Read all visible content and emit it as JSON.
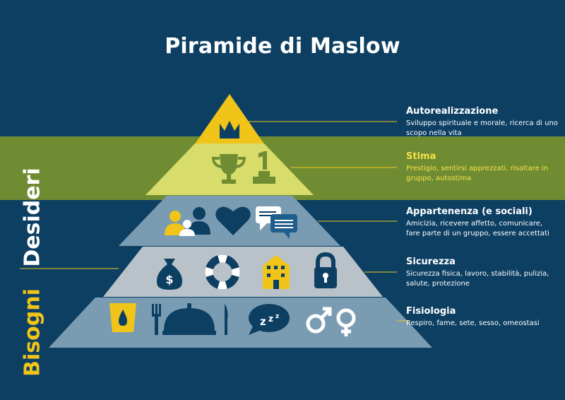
{
  "title": "Piramide di Maslow",
  "labels": {
    "desideri": "Desideri",
    "bisogni": "Bisogni"
  },
  "colors": {
    "background": "#0d3f63",
    "band": "#6f8c32",
    "top_triangle": "#f0c419",
    "stima_tier": "#d7dc6b",
    "appartenenza_tier": "#7a9cb3",
    "sicurezza_tier": "#b9c2c9",
    "fisiologia_tier": "#7a9cb3",
    "accent_yellow": "#f0c419"
  },
  "levels": [
    {
      "key": "autorealizzazione",
      "title": "Autorealizzazione",
      "desc": "Sviluppo spirituale e morale, ricerca di uno scopo nella vita",
      "icons": [
        "crown-icon"
      ]
    },
    {
      "key": "stima",
      "title": "Stima",
      "desc": "Prestigio, sentirsi apprezzati, risaltare in gruppo, autostima",
      "icons": [
        "trophy-icon",
        "podium-icon"
      ]
    },
    {
      "key": "appartenenza",
      "title": "Appartenenza (e sociali)",
      "desc": "Amicizia, ricevere affetto, comunicare, fare parte di un gruppo, essere accettati",
      "icons": [
        "people-icon",
        "heart-icon",
        "chat-bubbles-icon"
      ]
    },
    {
      "key": "sicurezza",
      "title": "Sicurezza",
      "desc": "Sicurezza fisica, lavoro, stabilità, pulizia, salute, protezione",
      "icons": [
        "money-bag-icon",
        "lifebuoy-icon",
        "house-icon",
        "padlock-icon"
      ]
    },
    {
      "key": "fisiologia",
      "title": "Fisiologia",
      "desc": "Respiro, fame, sete, sesso, omeostasi",
      "icons": [
        "glass-of-water-icon",
        "food-dish-icon",
        "sleep-bubble-icon",
        "gender-symbols-icon"
      ]
    }
  ]
}
